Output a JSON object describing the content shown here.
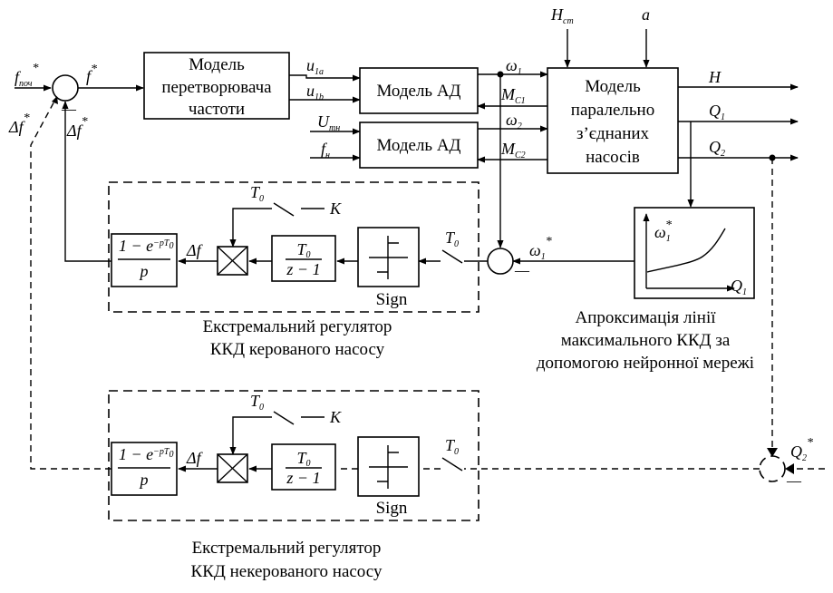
{
  "blocks": {
    "converter": [
      "Модель",
      "перетворювача",
      "частоти"
    ],
    "motor1": "Модель АД",
    "motor2": "Модель АД",
    "pumps": [
      "Модель",
      "паралельно",
      "з’єднаних",
      "насосів"
    ]
  },
  "signals": {
    "f_start": "f",
    "f_start_sub": "поч",
    "f_star": "f",
    "delta_f_star_left": "Δf",
    "delta_f_star_mid": "Δf",
    "u1a": "u",
    "u1a_sub": "1a",
    "u1b": "u",
    "u1b_sub": "1b",
    "u_tn": "U",
    "u_tn_sub": "тн",
    "f_n": "f",
    "f_n_sub": "н",
    "omega1": "ω",
    "omega1_sub": "1",
    "omega2": "ω",
    "omega2_sub": "2",
    "mc1": "M",
    "mc1_sub": "C1",
    "mc2": "M",
    "mc2_sub": "C2",
    "h_st": "H",
    "h_st_sub": "ст",
    "a": "a",
    "H": "H",
    "Q1": "Q",
    "Q1_sub": "1",
    "Q2": "Q",
    "Q2_sub": "2",
    "omega1_star": "ω",
    "omega1_star_sub": "1",
    "Q2_star": "Q",
    "Q2_star_sub": "2",
    "star": "*"
  },
  "regulators": [
    {
      "caption": [
        "Екстремальний регулятор",
        "ККД керованого насосу"
      ],
      "switch_top_label": "T",
      "switch_top_sub": "0",
      "k_label": "K",
      "delta_f": "Δf",
      "sign_label": "Sign",
      "switch_right_label": "T",
      "switch_right_sub": "0",
      "integrator": {
        "num": "1 − e",
        "exp": "−pT",
        "exp_sub": "0",
        "den": "p"
      },
      "delay": {
        "num": "T",
        "num_sub": "0",
        "den": "z − 1"
      }
    },
    {
      "caption": [
        "Екстремальний регулятор",
        "ККД некерованого насосу"
      ],
      "switch_top_label": "T",
      "switch_top_sub": "0",
      "k_label": "K",
      "delta_f": "Δf",
      "sign_label": "Sign",
      "switch_right_label": "T",
      "switch_right_sub": "0",
      "integrator": {
        "num": "1 − e",
        "exp": "−pT",
        "exp_sub": "0",
        "den": "p"
      },
      "delay": {
        "num": "T",
        "num_sub": "0",
        "den": "z − 1"
      }
    }
  ],
  "nn": {
    "caption": [
      "Апроксимація лінії",
      "максимального ККД за",
      "допомогою нейронної мережі"
    ],
    "y_label": "ω",
    "y_label_sub": "1",
    "x_label": "Q",
    "x_label_sub": "1"
  },
  "minus": "—"
}
